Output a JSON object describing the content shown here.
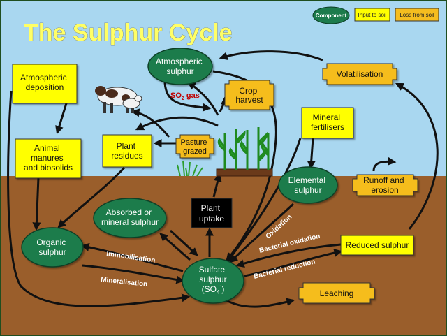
{
  "title": "The Sulphur Cycle",
  "legend": {
    "component": "Component",
    "input": "Input to soil",
    "loss": "Loss from soil"
  },
  "nodes": {
    "atmospheric_sulphur": [
      "Atmospheric",
      "sulphur"
    ],
    "atmospheric_deposition": [
      "Atmospheric",
      "deposition"
    ],
    "crop_harvest": [
      "Crop",
      "harvest"
    ],
    "volatilisation": "Volatilisation",
    "mineral_fertilisers": [
      "Mineral",
      "fertilisers"
    ],
    "animal_manures": [
      "Animal",
      "manures",
      "and biosolids"
    ],
    "plant_residues": [
      "Plant",
      "residues"
    ],
    "pasture_grazed": [
      "Pasture",
      "grazed"
    ],
    "elemental_sulphur": [
      "Elemental",
      "sulphur"
    ],
    "runoff_erosion": [
      "Runoff and",
      "erosion"
    ],
    "organic_sulphur": [
      "Organic",
      "sulphur"
    ],
    "absorbed_mineral": [
      "Absorbed or",
      "mineral sulphur"
    ],
    "plant_uptake": [
      "Plant",
      "uptake"
    ],
    "reduced_sulphur": "Reduced sulphur",
    "sulfate_sulphur": [
      "Sulfate",
      "sulphur"
    ],
    "sulfate_formula_base": "(SO",
    "sulfate_formula_sub": "4",
    "sulfate_formula_sup": "-",
    "sulfate_formula_close": ")",
    "leaching": "Leaching"
  },
  "process_labels": {
    "so2_gas_base": "SO",
    "so2_gas_sub": "2",
    "so2_gas_rest": " gas",
    "immobilisation": "Immobilisation",
    "mineralisation": "Mineralisation",
    "oxidation": "Oxidation",
    "bacterial_oxidation": "Bacterial oxidation",
    "bacterial_reduction": "Bacterial reduction"
  },
  "colors": {
    "sky": "#a9d7f0",
    "soil": "#9a5e2b",
    "component_fill": "#1d7b4c",
    "input_fill": "#ffff00",
    "loss_fill": "#f5bd1f",
    "title_fill": "#ffff66",
    "arrow": "#111111",
    "so2_text": "#c00000",
    "plant_uptake_fill": "#000000"
  }
}
